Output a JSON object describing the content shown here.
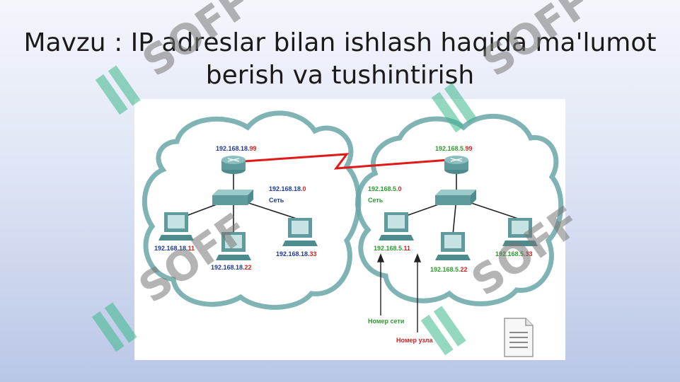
{
  "title": {
    "line1": "Mavzu : IP adreslar bilan ishlash haqida ma'lumot",
    "line2": "berish va tushintirish"
  },
  "diagram": {
    "left_network": {
      "router_ip": {
        "net": "192.168.18.",
        "host": "99"
      },
      "network_ip": {
        "net": "192.168.18.",
        "host": "0"
      },
      "network_label": "Сеть",
      "hosts": [
        {
          "net": "192.168.18.",
          "host": "11"
        },
        {
          "net": "192.168.18.",
          "host": "22"
        },
        {
          "net": "192.168.18.",
          "host": "33"
        }
      ]
    },
    "right_network": {
      "router_ip": {
        "net": "192.168.5.",
        "host": "99"
      },
      "network_ip": {
        "net": "192.168.5.",
        "host": "0"
      },
      "network_label": "Сеть",
      "hosts": [
        {
          "net": "192.168.5.",
          "host": "11"
        },
        {
          "net": "192.168.5.",
          "host": "22"
        },
        {
          "net": "192.168.5.",
          "host": "33"
        }
      ]
    },
    "annotations": {
      "network_number": "Номер сети",
      "host_number": "Номер узла"
    }
  },
  "watermark": {
    "text": "SOFF"
  },
  "colors": {
    "left_net": "#1f3a93",
    "right_net": "#2e9a2e",
    "host_part": "#d42020",
    "cloud_stroke": "#6aa7a7",
    "device": "#5f9a9c",
    "watermark_text": "#777777",
    "watermark_logo": "#3cb98a"
  },
  "icons": [
    "router-icon",
    "switch-icon",
    "computer-icon",
    "document-icon",
    "lightning-link-icon"
  ]
}
